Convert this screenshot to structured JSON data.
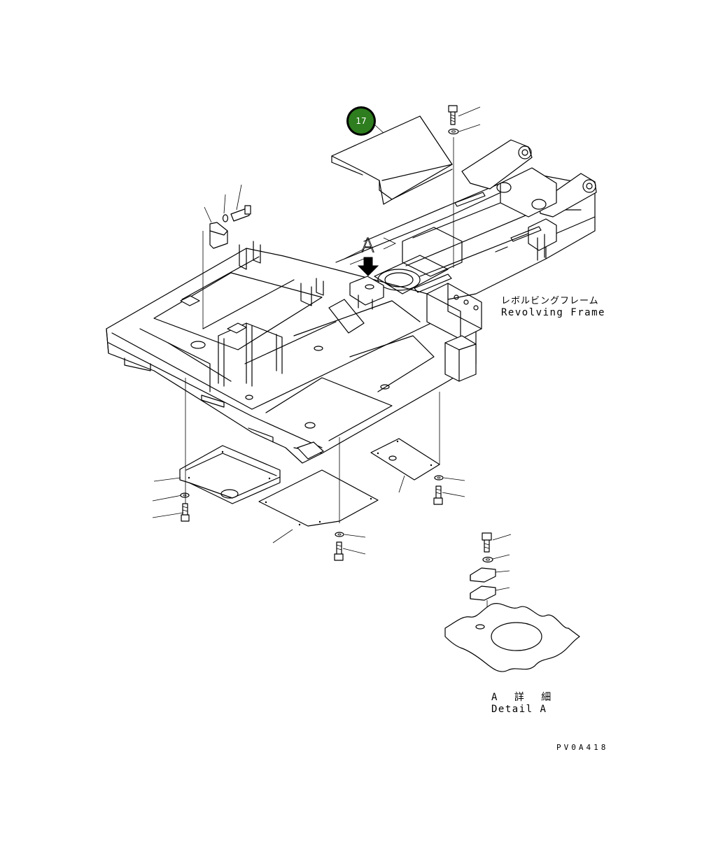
{
  "callout": {
    "number": "17",
    "color": "#2e7d1e"
  },
  "labels": {
    "view_marker": "A",
    "frame_jp": "レボルビングフレーム",
    "frame_en": "Revolving Frame",
    "detail_jp": "A 詳 細",
    "detail_en": "Detail A",
    "drawing_code": "PV0A418"
  },
  "icons": {
    "view_arrow": "down-arrow-icon",
    "callout_badge": "circle-badge-icon"
  }
}
